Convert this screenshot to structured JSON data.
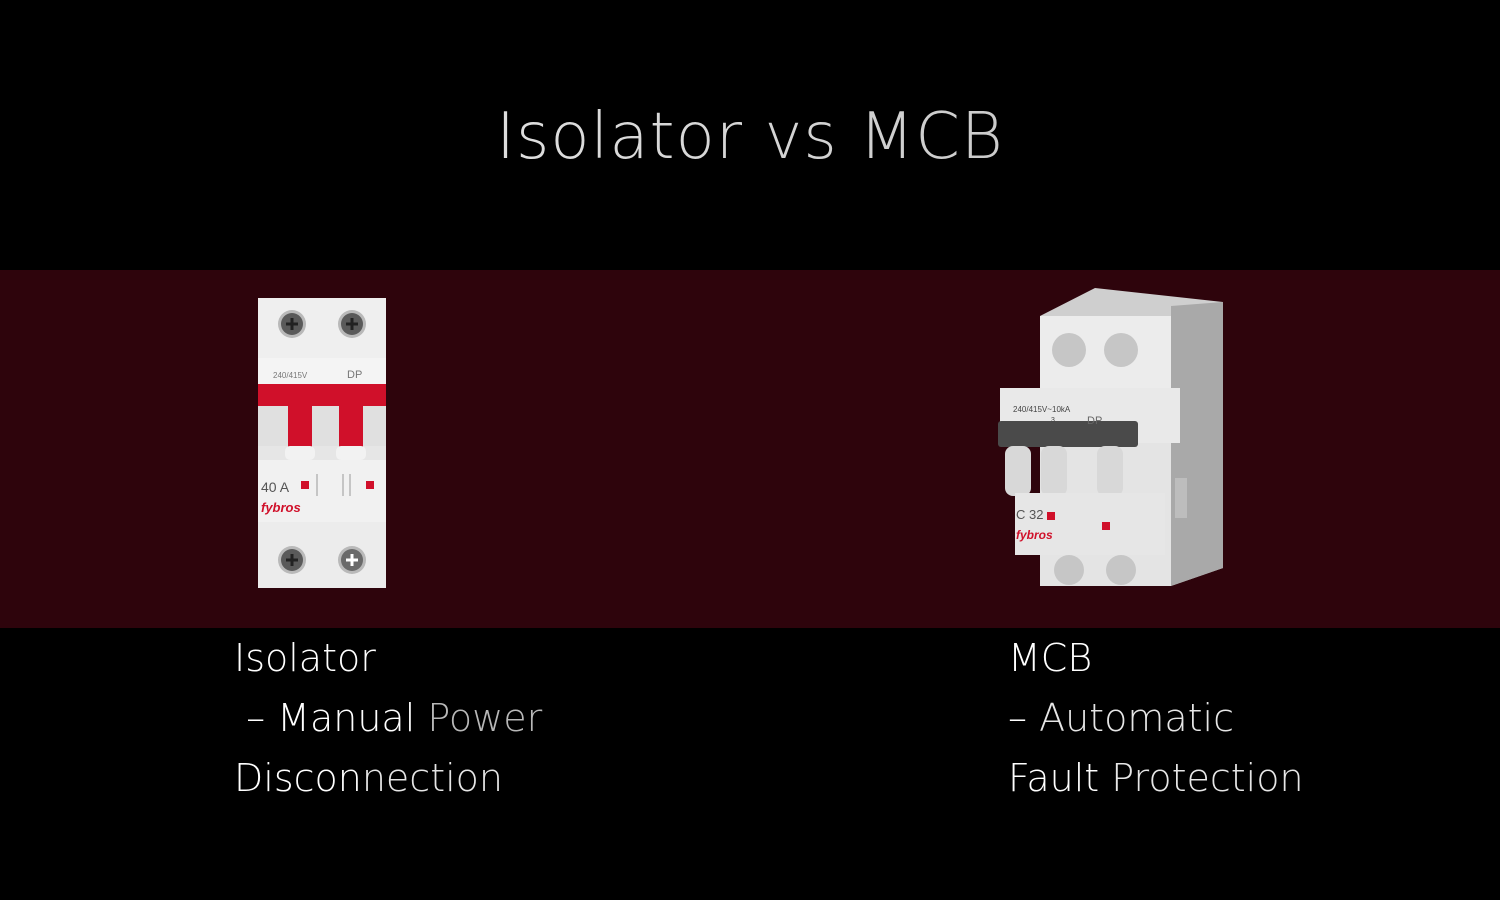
{
  "slide": {
    "title": "Isolator vs MCB",
    "colors": {
      "background": "#000000",
      "band": "#2e040c",
      "accent_red": "#d0102a"
    }
  },
  "isolator": {
    "device": {
      "top_label": "240/415V",
      "pole_label": "DP",
      "rating": "40 A",
      "brand": "fybros"
    },
    "caption": {
      "heading": "Isolator",
      "dash": " – ",
      "line2_a": "Manual ",
      "line2_b": "Power",
      "line3_a": "Discon",
      "line3_b": "nection"
    }
  },
  "mcb": {
    "device": {
      "top_label": "240/415V~",
      "breaking_capacity": "10kA",
      "class": "3",
      "pole_label": "DP",
      "rating": "C 32",
      "brand": "fybros"
    },
    "caption": {
      "heading": "MCB",
      "dash": "– ",
      "line2": "Automatic",
      "line3_a": "Fault ",
      "line3_b": "Protection"
    }
  }
}
